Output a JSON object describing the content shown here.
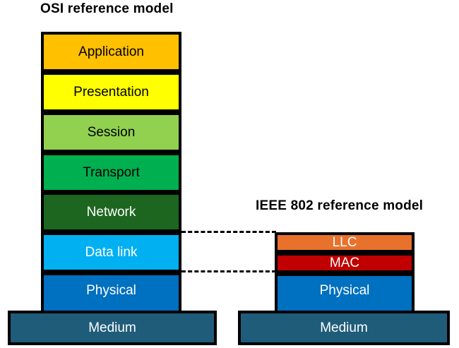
{
  "diagram": {
    "type": "layered-stack-comparison",
    "background": "#FFFFFF",
    "osi": {
      "title": "OSI reference model",
      "layers": [
        {
          "label": "Application",
          "fill": "#FFC000",
          "text_color": "#000000"
        },
        {
          "label": "Presentation",
          "fill": "#FFFF00",
          "text_color": "#000000"
        },
        {
          "label": "Session",
          "fill": "#92D050",
          "text_color": "#000000"
        },
        {
          "label": "Transport",
          "fill": "#00B050",
          "text_color": "#000000"
        },
        {
          "label": "Network",
          "fill": "#1D6620",
          "text_color": "#FFFFFF"
        },
        {
          "label": "Data link",
          "fill": "#00B0F0",
          "text_color": "#FFFFFF"
        },
        {
          "label": "Physical",
          "fill": "#0070C0",
          "text_color": "#FFFFFF"
        }
      ],
      "medium": {
        "label": "Medium",
        "fill": "#1F5C7A",
        "text_color": "#FFFFFF"
      }
    },
    "ieee": {
      "title": "IEEE 802 reference model",
      "layers": [
        {
          "label": "LLC",
          "fill": "#E8722C",
          "text_color": "#FFFFFF"
        },
        {
          "label": "MAC",
          "fill": "#C00000",
          "text_color": "#FFFFFF"
        },
        {
          "label": "Physical",
          "fill": "#0070C0",
          "text_color": "#FFFFFF"
        }
      ],
      "medium": {
        "label": "Medium",
        "fill": "#1F5C7A",
        "text_color": "#FFFFFF"
      }
    },
    "connectors": {
      "style": "dashed",
      "color": "#000000",
      "top_from": "Data link (top edge)",
      "top_to": "LLC (top edge)",
      "bottom_from": "Data link (bottom edge)",
      "bottom_to": "MAC (bottom edge)"
    },
    "border_color": "#000000"
  }
}
